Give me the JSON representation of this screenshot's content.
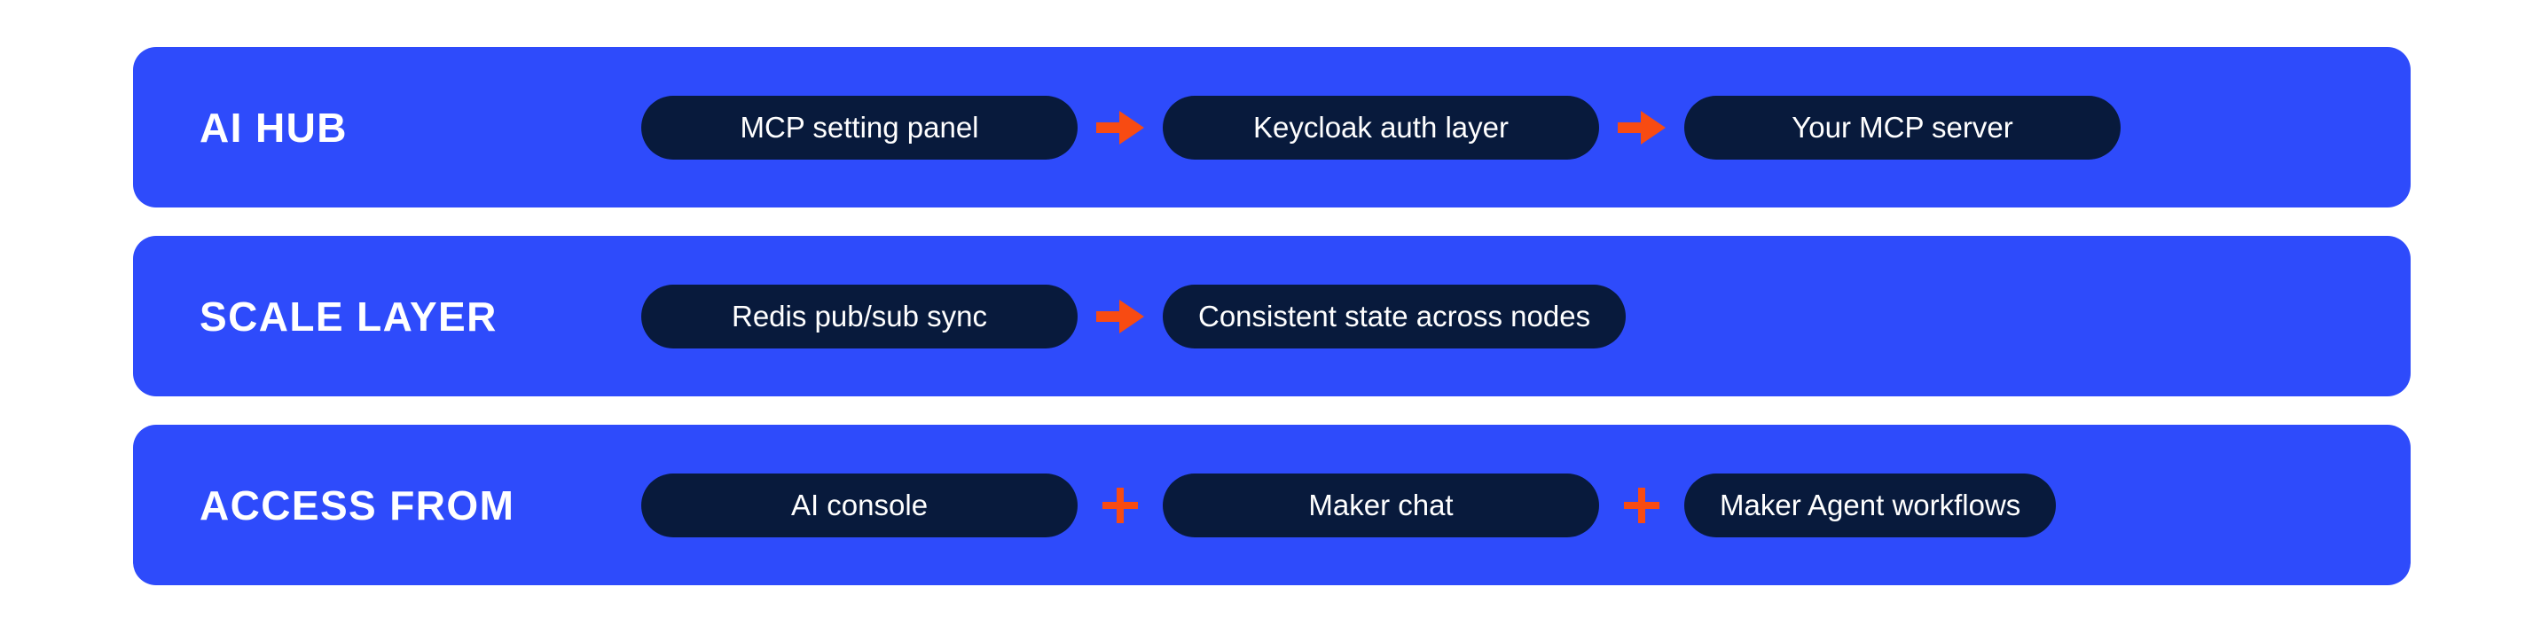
{
  "colors": {
    "page_background": "#ffffff",
    "band_blue": "#2e4bfb",
    "pill_navy": "#081a3c",
    "accent_orange": "#f84b12",
    "text_white": "#ffffff"
  },
  "rows": [
    {
      "label": "AI HUB",
      "items": [
        {
          "text": "MCP setting panel"
        },
        {
          "text": "Keycloak auth layer"
        },
        {
          "text": "Your MCP server"
        }
      ],
      "separators": [
        {
          "icon": "arrow-right-icon",
          "symbol": "→"
        },
        {
          "icon": "arrow-right-icon",
          "symbol": "→"
        }
      ]
    },
    {
      "label": "SCALE LAYER",
      "items": [
        {
          "text": "Redis pub/sub sync"
        },
        {
          "text": "Consistent state across nodes"
        }
      ],
      "separators": [
        {
          "icon": "arrow-right-icon",
          "symbol": "→"
        }
      ]
    },
    {
      "label": "ACCESS FROM",
      "items": [
        {
          "text": "AI console"
        },
        {
          "text": "Maker chat"
        },
        {
          "text": "Maker Agent workflows"
        }
      ],
      "separators": [
        {
          "icon": "plus-icon",
          "symbol": "+"
        },
        {
          "icon": "plus-icon",
          "symbol": "+"
        }
      ]
    }
  ]
}
